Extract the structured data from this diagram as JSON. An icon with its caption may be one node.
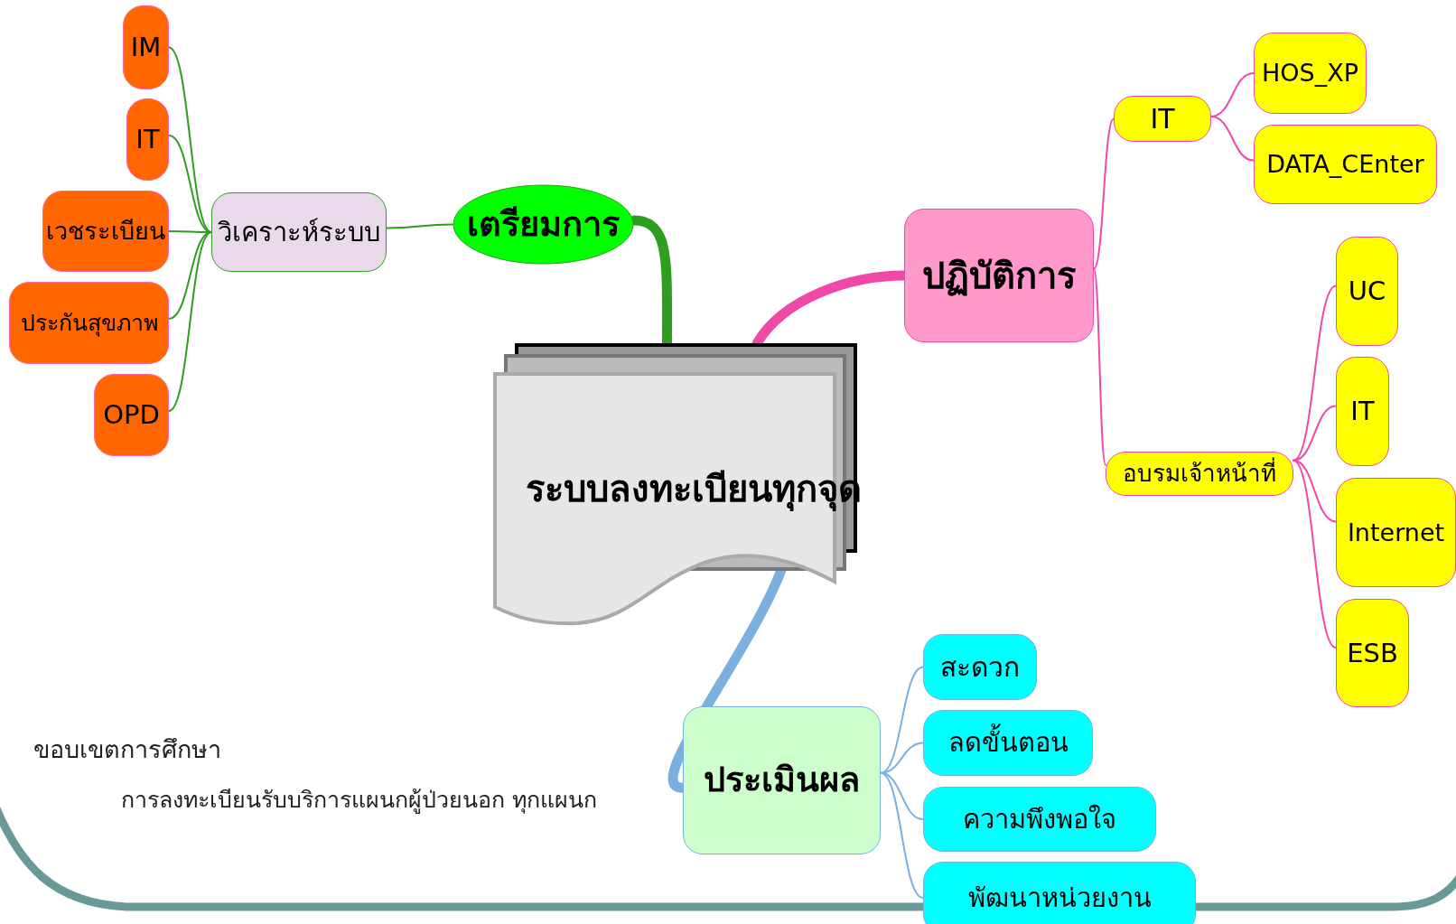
{
  "diagram": {
    "nodes": [
      {
        "text": [
          "ระบบลงทะเบียนทุกจุด"
        ]
      },
      {
        "text": [
          "เตรียมการ"
        ]
      },
      {
        "text": [
          "วิเคราะห์ระบบ"
        ]
      },
      {
        "text": [
          "IM"
        ]
      },
      {
        "text": [
          "IT"
        ]
      },
      {
        "text": [
          "เวชระเบียน"
        ]
      },
      {
        "text": [
          "ประกันสุขภาพ"
        ]
      },
      {
        "text": [
          "OPD"
        ]
      },
      {
        "text": [
          "ปฏิบัติการ"
        ]
      },
      {
        "text": [
          "IT"
        ]
      },
      {
        "text": [
          "HOS_XP"
        ]
      },
      {
        "text": [
          "DATA_CEnter"
        ]
      },
      {
        "text": [
          "อบรมเจ้าหน้าที่"
        ]
      },
      {
        "text": [
          "UC"
        ]
      },
      {
        "text": [
          "IT"
        ]
      },
      {
        "text": [
          "Internet"
        ]
      },
      {
        "text": [
          "ESB"
        ]
      },
      {
        "text": [
          "ประเมินผล"
        ]
      },
      {
        "text": [
          "สะดวก"
        ]
      },
      {
        "text": [
          "ลดขั้นตอน"
        ]
      },
      {
        "text": [
          "ความพึงพอใจ"
        ]
      },
      {
        "text": [
          "พัฒนาหน่วยงาน"
        ]
      }
    ],
    "edges": [
      {
        "from": 0,
        "to": 1,
        "arrow": "none",
        "style": "thick",
        "color": "#2e9e1e"
      },
      {
        "from": 1,
        "to": 2,
        "arrow": "none",
        "color": "#2e9e1e"
      },
      {
        "from": 2,
        "to": 3,
        "arrow": "none",
        "color": "#2e9e1e"
      },
      {
        "from": 2,
        "to": 4,
        "arrow": "none",
        "color": "#2e9e1e"
      },
      {
        "from": 2,
        "to": 5,
        "arrow": "none",
        "color": "#2e9e1e"
      },
      {
        "from": 2,
        "to": 6,
        "arrow": "none",
        "color": "#2e9e1e"
      },
      {
        "from": 2,
        "to": 7,
        "arrow": "none",
        "color": "#2e9e1e"
      },
      {
        "from": 0,
        "to": 8,
        "arrow": "none",
        "style": "thick"
      },
      {
        "from": 8,
        "to": 9,
        "arrow": "none"
      },
      {
        "from": 9,
        "to": 10,
        "arrow": "none"
      },
      {
        "from": 9,
        "to": 11,
        "arrow": "none"
      },
      {
        "from": 8,
        "to": 12,
        "arrow": "none"
      },
      {
        "from": 12,
        "to": 13,
        "arrow": "none"
      },
      {
        "from": 12,
        "to": 14,
        "arrow": "none"
      },
      {
        "from": 12,
        "to": 15,
        "arrow": "none"
      },
      {
        "from": 12,
        "to": 16,
        "arrow": "none"
      },
      {
        "from": 0,
        "to": 17,
        "arrow": "none",
        "style": "thick",
        "color": "#7ab0e0"
      },
      {
        "from": 17,
        "to": 18,
        "arrow": "none",
        "color": "#7ab0e0"
      },
      {
        "from": 17,
        "to": 19,
        "arrow": "none",
        "color": "#7ab0e0"
      },
      {
        "from": 17,
        "to": 20,
        "arrow": "none",
        "color": "#7ab0e0"
      },
      {
        "from": 17,
        "to": 21,
        "arrow": "none",
        "color": "#7ab0e0"
      }
    ],
    "labels": [
      "ขอบเขตการศึกษา",
      "การลงทะเบียนรับบริการแผนกผู้ป่วยนอก ทุกแผนก"
    ]
  }
}
